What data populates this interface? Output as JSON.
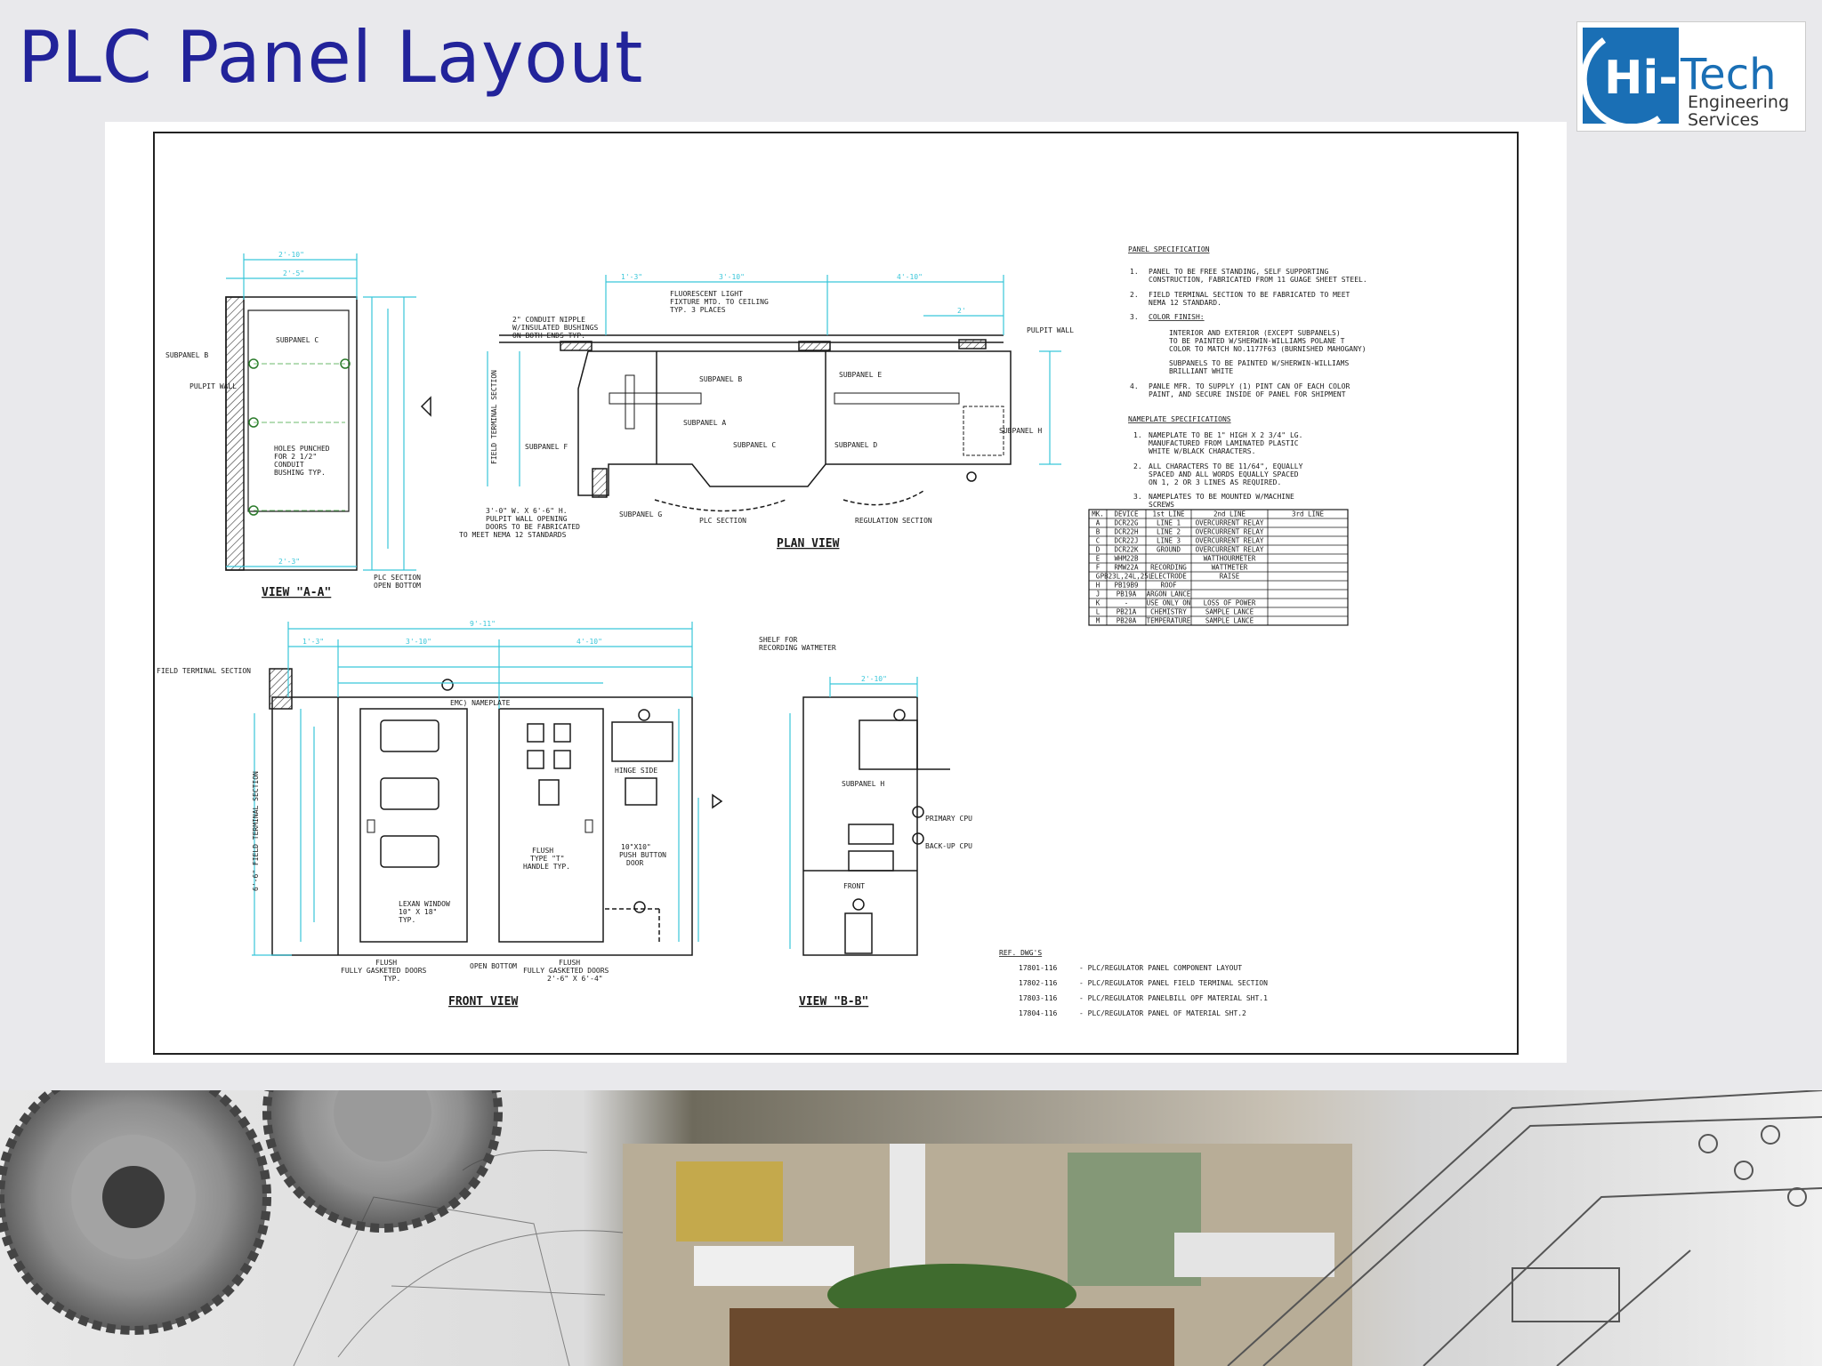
{
  "slide": {
    "title": "PLC Panel Layout"
  },
  "logo": {
    "text_hi": "Hi-",
    "text_tech": "Tech",
    "text_line2": "Engineering",
    "text_line3": "Services"
  },
  "drawing": {
    "view_aa": {
      "title": "VIEW \"A-A\"",
      "labels": {
        "subpanel_b": "SUBPANEL B",
        "subpanel_c": "SUBPANEL C",
        "pulpit_wall": "PULPIT WALL",
        "holes": [
          "HOLES PUNCHED",
          "FOR 2 1/2\"",
          "CONDUIT",
          "BUSHING TYP."
        ],
        "plc_section": [
          "PLC SECTION",
          "OPEN BOTTOM"
        ],
        "dim_top1": "2'-10\"",
        "dim_top2": "2'-5\"",
        "dim_bottom": "2'-3\""
      }
    },
    "plan_view": {
      "title": "PLAN VIEW",
      "labels": {
        "fluorescent": [
          "FLUORESCENT LIGHT",
          "FIXTURE MTD. TO CEILING",
          "TYP. 3 PLACES"
        ],
        "conduit": [
          "2\" CONDUIT NIPPLE",
          "W/INSULATED BUSHINGS",
          "ON BOTH ENDS TYP."
        ],
        "pulpit_wall": "PULPIT WALL",
        "subpanel_b": "SUBPANEL B",
        "subpanel_e": "SUBPANEL E",
        "subpanel_a": "SUBPANEL A",
        "subpanel_f": "SUBPANEL F",
        "subpanel_c": "SUBPANEL C",
        "subpanel_d": "SUBPANEL D",
        "subpanel_h": "SUBPANEL H",
        "subpanel_g": "SUBPANEL G",
        "field_terminal": "FIELD TERMINAL SECTION",
        "plc_section": "PLC SECTION",
        "regulation_section": "REGULATION SECTION",
        "opening": [
          "3'-0\" W. X 6'-6\" H.",
          "PULPIT WALL OPENING",
          "DOORS TO BE FABRICATED",
          "TO MEET NEMA 12 STANDARDS"
        ],
        "dim_a": "3'-10\"",
        "dim_b": "4'-10\"",
        "dim_c": "1'-3\"",
        "dim_d": "2'"
      }
    },
    "front_view": {
      "title": "FRONT VIEW",
      "labels": {
        "field_terminal": "FIELD TERMINAL SECTION",
        "field_terminal_vert": "6'-6\" FIELD TERMINAL SECTION",
        "nameplate": "EMC) NAMEPLATE",
        "lexan": [
          "LEXAN WINDOW",
          "10\" X 18\"",
          "TYP."
        ],
        "flush_doors": [
          "FLUSH",
          "FULLY GASKETED DOORS",
          "TYP."
        ],
        "open_bottom": "OPEN BOTTOM",
        "flush_doors2": [
          "FLUSH",
          "FULLY GASKETED DOORS",
          "2'-6\" X 6'-4\""
        ],
        "flush_handle": [
          "FLUSH",
          "TYPE \"T\"",
          "HANDLE TYP."
        ],
        "hinge_side": "HINGE SIDE",
        "pushbutton": [
          "10\"X10\"",
          "PUSH BUTTON",
          "DOOR"
        ],
        "dim_total": "9'-11\"",
        "dim_a": "1'-3\"",
        "dim_b": "3'-10\"",
        "dim_c": "4'-10\""
      }
    },
    "view_bb": {
      "title": "VIEW \"B-B\"",
      "labels": {
        "shelf": [
          "SHELF FOR",
          "RECORDING WATMETER"
        ],
        "subpanel_h": "SUBPANEL H",
        "primary_cpu": "PRIMARY CPU",
        "backup_cpu": "BACK-UP CPU",
        "front": "FRONT",
        "dim_top": "2'-10\""
      }
    },
    "panel_spec": {
      "heading": "PANEL SPECIFICATION",
      "items": [
        [
          "1.",
          "PANEL TO BE FREE STANDING, SELF SUPPORTING",
          "CONSTRUCTION, FABRICATED FROM 11 GUAGE SHEET STEEL."
        ],
        [
          "2.",
          "FIELD TERMINAL SECTION TO BE FABRICATED TO MEET",
          "NEMA 12 STANDARD."
        ],
        [
          "3.",
          "COLOR FINISH:",
          ""
        ],
        [
          "",
          "INTERIOR AND EXTERIOR (EXCEPT SUBPANELS)",
          "TO BE PAINTED W/SHERWIN-WILLIAMS POLANE T"
        ],
        [
          "",
          "COLOR TO MATCH NO.1177F63 (BURNISHED MAHOGANY)",
          ""
        ],
        [
          "",
          "SUBPANELS TO BE PAINTED W/SHERWIN-WILLIAMS",
          "BRILLIANT WHITE"
        ],
        [
          "4.",
          "PANLE MFR. TO SUPPLY (1) PINT CAN OF EACH COLOR",
          "PAINT, AND SECURE INSIDE OF PANEL FOR SHIPMENT"
        ]
      ]
    },
    "nameplate_spec": {
      "heading": "NAMEPLATE SPECIFICATIONS",
      "items": [
        [
          "1.",
          "NAMEPLATE TO BE 1\" HIGH X 2 3/4\" LG.",
          "MANUFACTURED FROM LAMINATED PLASTIC",
          "WHITE W/BLACK CHARACTERS."
        ],
        [
          "2.",
          "ALL CHARACTERS TO BE 11/64\", EQUALLY",
          "SPACED AND ALL WORDS EQUALLY SPACED",
          "ON 1, 2 OR 3 LINES AS REQUIRED."
        ],
        [
          "3.",
          "NAMEPLATES TO BE MOUNTED W/MACHINE",
          "SCREWS",
          ""
        ]
      ]
    },
    "nameplate_table": {
      "columns": [
        "MK.",
        "DEVICE",
        "1st LINE",
        "2nd LINE",
        "3rd LINE"
      ],
      "rows": [
        [
          "A",
          "DCR22G",
          "LINE 1",
          "OVERCURRENT RELAY",
          ""
        ],
        [
          "B",
          "DCR22H",
          "LINE 2",
          "OVERCURRENT RELAY",
          ""
        ],
        [
          "C",
          "DCR22J",
          "LINE 3",
          "OVERCURRENT RELAY",
          ""
        ],
        [
          "D",
          "DCR22K",
          "GROUND",
          "OVERCURRENT RELAY",
          ""
        ],
        [
          "E",
          "WHM22B",
          "",
          "WATTHOURMETER",
          ""
        ],
        [
          "F",
          "RMW22A",
          "RECORDING",
          "WATTMETER",
          ""
        ],
        [
          "G",
          "PB23L,24L,25L",
          "ELECTRODE",
          "RAISE",
          ""
        ],
        [
          "H",
          "PB19B9",
          "ROOF",
          "",
          ""
        ],
        [
          "J",
          "PB19A",
          "ARGON LANCE",
          "",
          ""
        ],
        [
          "K",
          "-",
          "USE ONLY ON",
          "LOSS OF POWER",
          ""
        ],
        [
          "L",
          "PB21A",
          "CHEMISTRY",
          "SAMPLE LANCE",
          ""
        ],
        [
          "M",
          "PB20A",
          "TEMPERATURE",
          "SAMPLE LANCE",
          ""
        ]
      ]
    },
    "ref_dwgs": {
      "heading": "REF. DWG'S",
      "items": [
        [
          "17801-116",
          "- PLC/REGULATOR PANEL COMPONENT LAYOUT"
        ],
        [
          "17802-116",
          "- PLC/REGULATOR PANEL FIELD TERMINAL SECTION"
        ],
        [
          "17803-116",
          "- PLC/REGULATOR PANELBILL OPF MATERIAL SHT.1"
        ],
        [
          "17804-116",
          "- PLC/REGULATOR PANEL OF MATERIAL SHT.2"
        ]
      ]
    }
  },
  "colors": {
    "title": "#22239a",
    "dim_line": "#39c6d9",
    "ink": "#1a1a1a",
    "logo_blue": "#1a6fb5"
  }
}
